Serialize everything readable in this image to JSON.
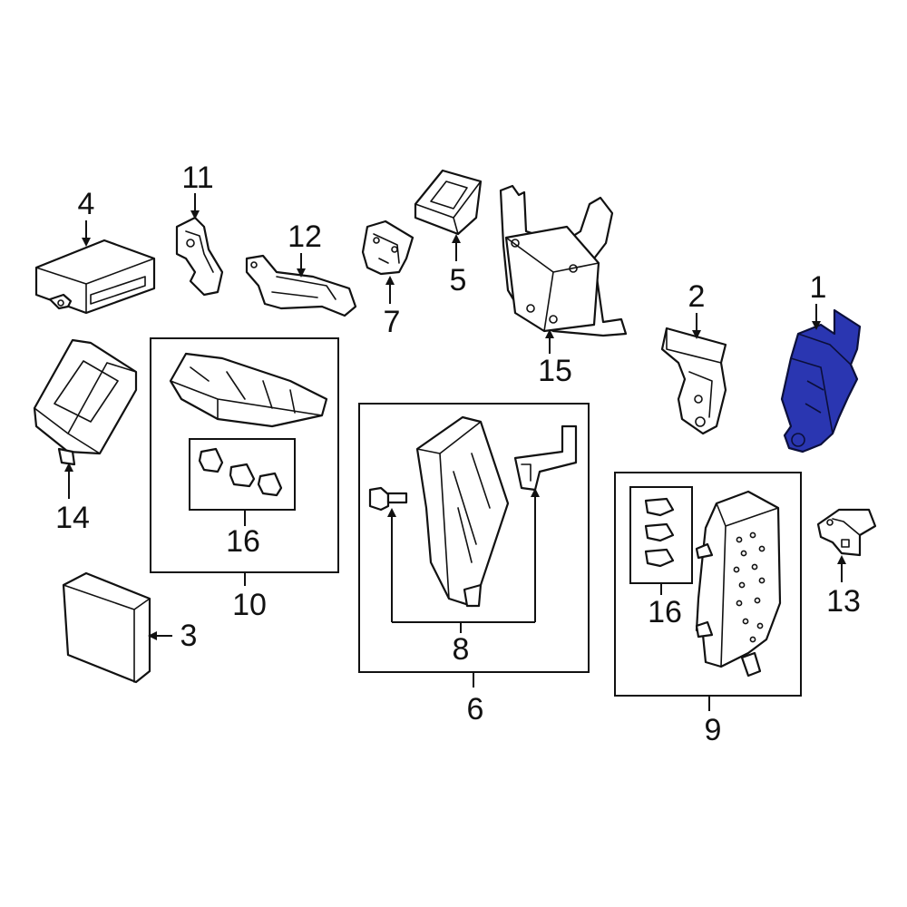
{
  "diagram": {
    "callouts": {
      "c1": "1",
      "c2": "2",
      "c3": "3",
      "c4": "4",
      "c5": "5",
      "c6": "6",
      "c7": "7",
      "c8": "8",
      "c9": "9",
      "c10": "10",
      "c11": "11",
      "c12": "12",
      "c13": "13",
      "c14": "14",
      "c15": "15",
      "c16a": "16",
      "c16b": "16"
    },
    "highlight_color": "#2a36b1",
    "highlighted_part": "1"
  }
}
